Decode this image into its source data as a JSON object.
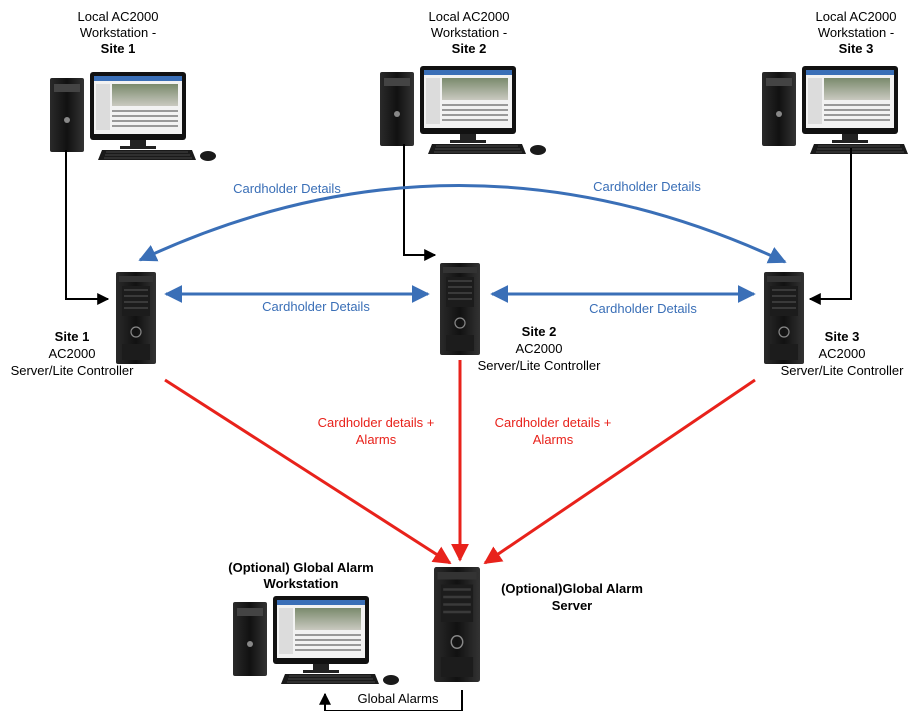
{
  "workstations": [
    {
      "line1": "Local AC2000",
      "line2": "Workstation -",
      "site": "Site 1"
    },
    {
      "line1": "Local AC2000",
      "line2": "Workstation -",
      "site": "Site 2"
    },
    {
      "line1": "Local AC2000",
      "line2": "Workstation -",
      "site": "Site 3"
    }
  ],
  "servers": [
    {
      "site": "Site 1",
      "line2": "AC2000",
      "line3": "Server/Lite Controller"
    },
    {
      "site": "Site 2",
      "line2": "AC2000",
      "line3": "Server/Lite Controller"
    },
    {
      "site": "Site 3",
      "line2": "AC2000",
      "line3": "Server/Lite Controller"
    }
  ],
  "links": {
    "cardholder_details": "Cardholder Details",
    "red_line1": "Cardholder details +",
    "red_line2": "Alarms",
    "global_alarms": "Global Alarms"
  },
  "global_workstation": {
    "line1": "(Optional) Global Alarm",
    "line2": "Workstation"
  },
  "global_server": {
    "line1": "(Optional)Global Alarm",
    "line2": "Server"
  },
  "colors": {
    "blue": "#3a6fb7",
    "red": "#e8221b",
    "black": "#000000"
  }
}
